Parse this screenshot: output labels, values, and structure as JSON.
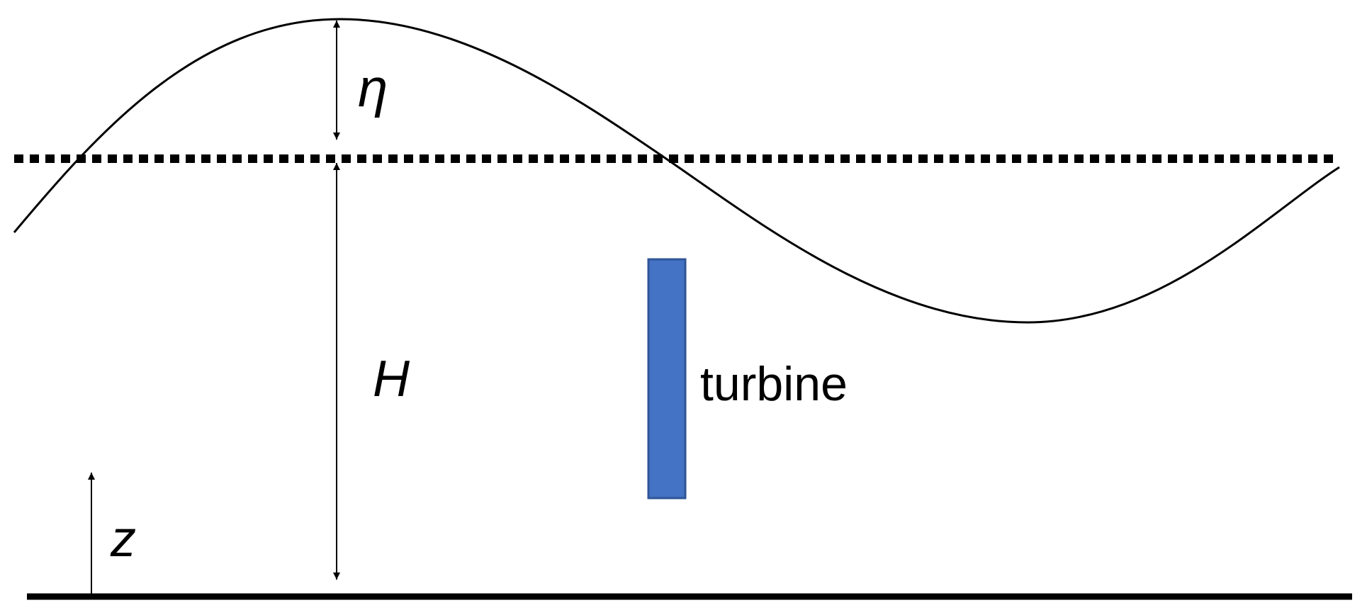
{
  "labels": {
    "eta": "η",
    "depth": "H",
    "z_axis": "z",
    "turbine": "turbine"
  },
  "colors": {
    "ink": "#000000",
    "turbine_fill": "#4472C4",
    "turbine_stroke": "#2F5597",
    "background": "#ffffff"
  }
}
